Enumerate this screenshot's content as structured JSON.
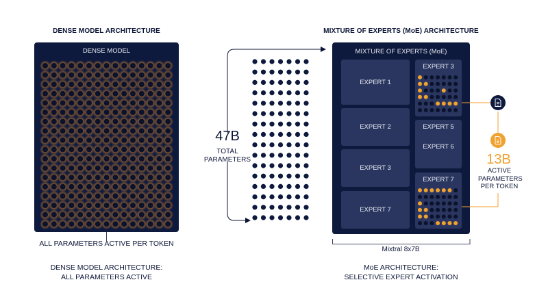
{
  "left": {
    "heading": "DENSE MODEL ARCHITECTURE",
    "panel_title": "DENSE MODEL",
    "annotation": "ALL PARAMETERS ACTIVE PER TOKEN",
    "caption_line1": "DENSE MODEL ARCHITECTURE:",
    "caption_line2": "ALL PARAMETERS ACTIVE"
  },
  "middle": {
    "total_value": "47B",
    "total_label_line1": "TOTAL",
    "total_label_line2": "PARAMETERS"
  },
  "right": {
    "heading": "MIXTURE OF EXPERTS (MoE) ARCHITECTURE",
    "panel_title": "MIXTURE OF EXPERTS (MoE)",
    "experts_left": [
      "EXPERT 1",
      "EXPERT 2",
      "EXPERT 3",
      "EXPERT 7"
    ],
    "expert_top": "EXPERT 3",
    "expert_mid_line1": "EXPERT 5",
    "expert_mid_line2": "EXPERT 6",
    "expert_bottom": "EXPERT 7",
    "brace_label": "Mixtral 8x7B",
    "caption_line1": "MoE ARCHITECTURE:",
    "caption_line2": "SELECTIVE EXPERT ACTIVATION",
    "active_value": "13B",
    "active_label_line1": "ACTIVE",
    "active_label_line2": "PARAMETERS",
    "active_label_line3": "PER TOKEN"
  },
  "icons": {
    "token_top": "document-icon",
    "token_bottom": "document-icon"
  },
  "colors": {
    "navy": "#0e1a3d",
    "expert_box": "#2a3660",
    "active_orange": "#f0a12e",
    "glow": "#c4792d"
  }
}
